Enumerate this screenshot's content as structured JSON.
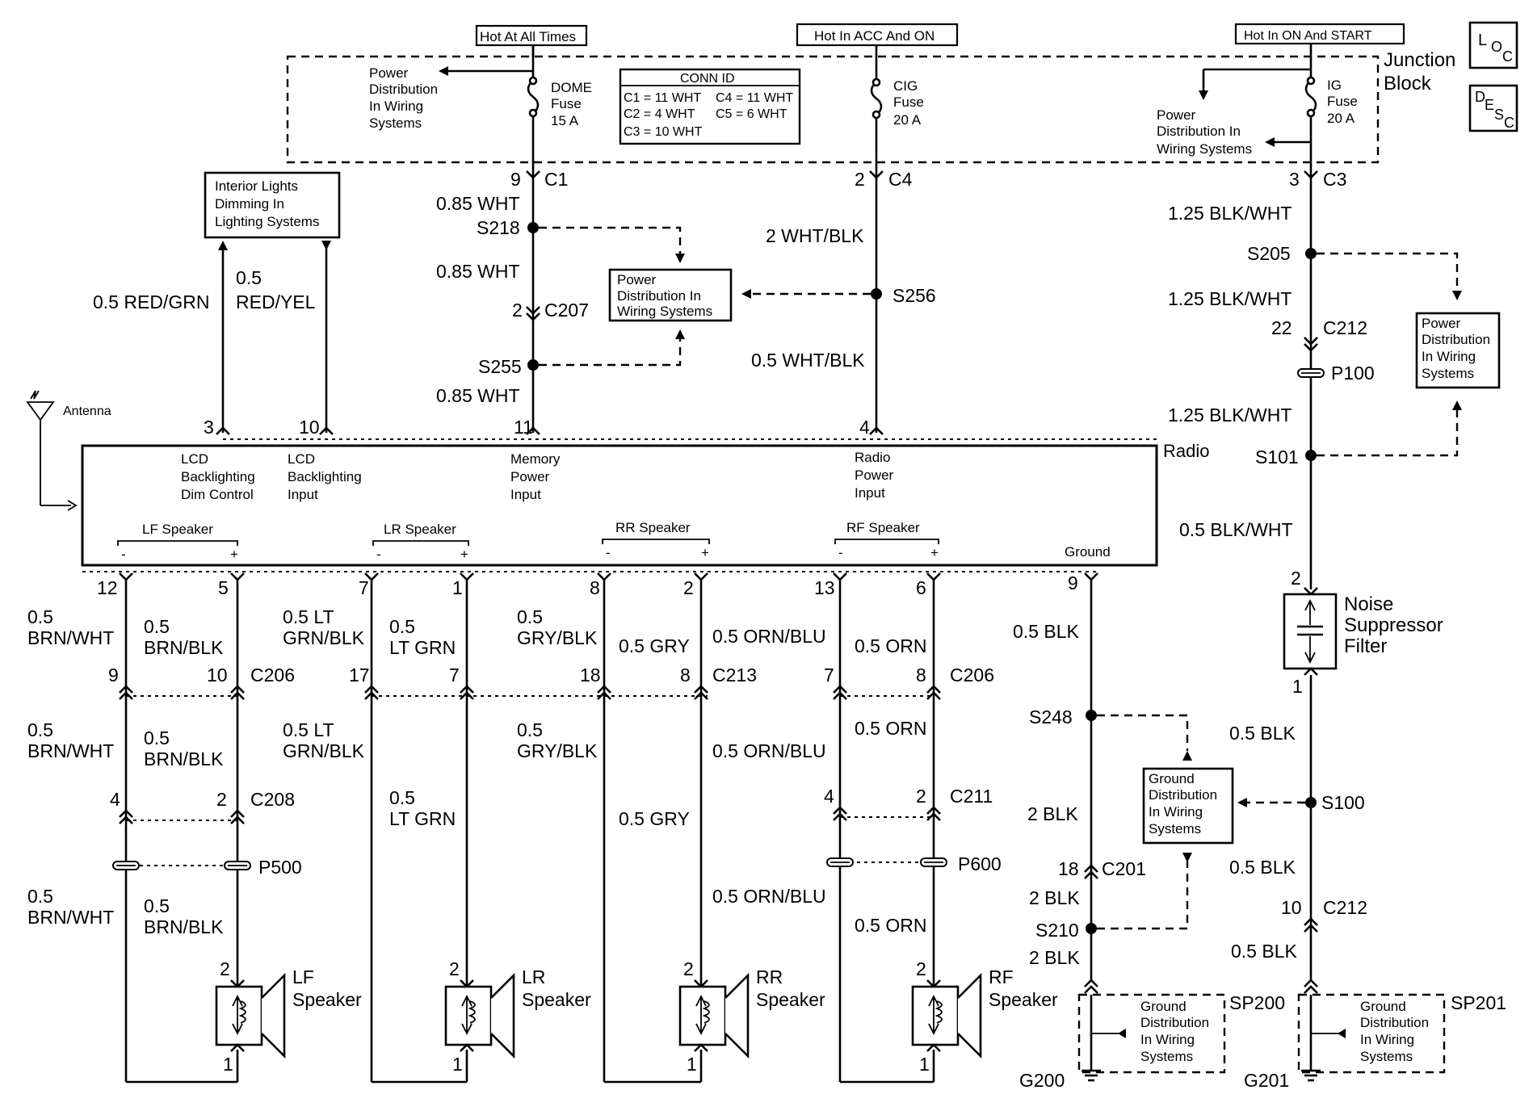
{
  "hot": {
    "always": "Hot At All Times",
    "acc_on": "Hot In ACC And ON",
    "on_start": "Hot In ON And START"
  },
  "junction_block": [
    "Junction",
    "Block"
  ],
  "loc": {
    "l": "L",
    "o": "O",
    "c": "C"
  },
  "desc": {
    "d": "D",
    "e": "E",
    "s": "S",
    "c": "C"
  },
  "pdw": [
    "Power",
    "Distribution",
    "In Wiring",
    "Systems"
  ],
  "pdw_b": [
    "Power",
    "Distribution In",
    "Wiring Systems"
  ],
  "gdw": [
    "Ground",
    "Distribution",
    "In Wiring",
    "Systems"
  ],
  "dome": [
    "DOME",
    "Fuse",
    "15 A"
  ],
  "cig": [
    "CIG",
    "Fuse",
    "20 A"
  ],
  "ig": [
    "IG",
    "Fuse",
    "20 A"
  ],
  "conn": {
    "title": "CONN ID",
    "c1": "C1 = 11 WHT",
    "c4": "C4 = 11 WHT",
    "c2": "C2 = 4 WHT",
    "c5": "C5 = 6 WHT",
    "c3": "C3 = 10 WHT"
  },
  "ild": [
    "Interior Lights",
    "Dimming In",
    "Lighting Systems"
  ],
  "antenna": "Antenna",
  "radio": {
    "name": "Radio",
    "lcd_dim": [
      "LCD",
      "Backlighting",
      "Dim Control"
    ],
    "lcd_in": [
      "LCD",
      "Backlighting",
      "Input"
    ],
    "memory": [
      "Memory",
      "Power",
      "Input"
    ],
    "rpower": [
      "Radio",
      "Power",
      "Input"
    ],
    "lf": "LF Speaker",
    "lr": "LR Speaker",
    "rr": "RR Speaker",
    "rf": "RF Speaker",
    "ground": "Ground",
    "minus": "-",
    "plus": "+"
  },
  "pins": {
    "c1": "9",
    "c4": "2",
    "c3": "3",
    "c207": "2",
    "c212a": "22",
    "r3": "3",
    "r10": "10",
    "r11": "11",
    "r4": "4",
    "b12": "12",
    "b5": "5",
    "b7": "7",
    "b1": "1",
    "b8": "8",
    "b2": "2",
    "b13": "13",
    "b6": "6",
    "b9": "9",
    "c206a": "9",
    "c206b": "10",
    "c213a": "17",
    "c213b": "7",
    "c213c": "18",
    "c213d": "8",
    "c206c": "7",
    "c206d": "8",
    "c208a": "4",
    "c208b": "2",
    "c211a": "4",
    "c211b": "2",
    "spk2": "2",
    "spk1": "1",
    "nsf2": "2",
    "nsf1": "1",
    "c201": "18",
    "c212b": "10"
  },
  "conns": {
    "c1": "C1",
    "c4": "C4",
    "c3": "C3",
    "c207": "C207",
    "c212": "C212",
    "p100": "P100",
    "c206": "C206",
    "c213": "C213",
    "c208": "C208",
    "c211": "C211",
    "p500": "P500",
    "p600": "P600",
    "c201": "C201"
  },
  "splices": {
    "s218": "S218",
    "s255": "S255",
    "s256": "S256",
    "s205": "S205",
    "s101": "S101",
    "s248": "S248",
    "s100": "S100",
    "s210": "S210",
    "sp200": "SP200",
    "sp201": "SP201",
    "g200": "G200",
    "g201": "G201"
  },
  "wires": {
    "wht085": "0.85 WHT",
    "whtblk2": "2 WHT/BLK",
    "whtblk05": "0.5 WHT/BLK",
    "blkwht125": "1.25 BLK/WHT",
    "blkwht05": "0.5 BLK/WHT",
    "redgrn": "0.5 RED/GRN",
    "redyel_a": "0.5",
    "redyel_b": "RED/YEL",
    "brnwht": [
      "0.5",
      "BRN/WHT"
    ],
    "brnblk": [
      "0.5",
      "BRN/BLK"
    ],
    "ltgrnblk": [
      "0.5 LT",
      "GRN/BLK"
    ],
    "ltgrn": [
      "0.5",
      "LT GRN"
    ],
    "gryblk": [
      "0.5",
      "GRY/BLK"
    ],
    "gry": "0.5 GRY",
    "ornblu": "0.5 ORN/BLU",
    "orn": "0.5 ORN",
    "blk05": "0.5 BLK",
    "blk2": "2 BLK"
  },
  "nsf": [
    "Noise",
    "Suppressor",
    "Filter"
  ],
  "speakers": {
    "lf": [
      "LF",
      "Speaker"
    ],
    "lr": [
      "LR",
      "Speaker"
    ],
    "rr": [
      "RR",
      "Speaker"
    ],
    "rf": [
      "RF",
      "Speaker"
    ]
  }
}
